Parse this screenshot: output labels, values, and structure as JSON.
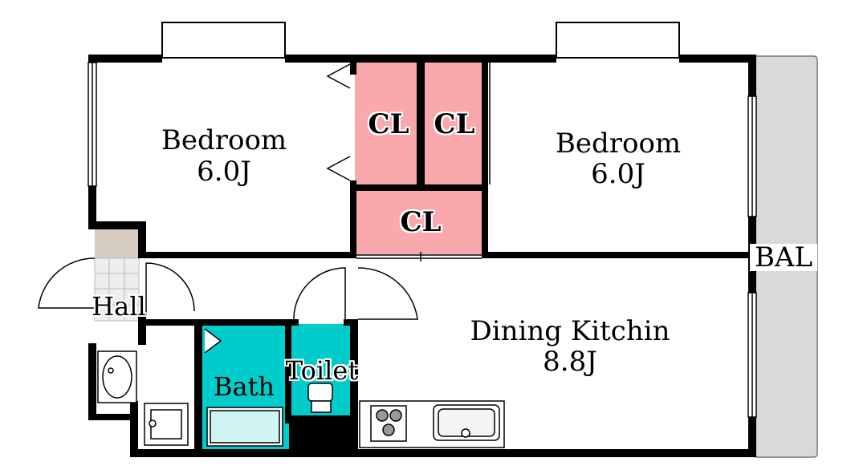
{
  "floorplan": {
    "bedroom_left": {
      "name": "Bedroom",
      "size": "6.0J"
    },
    "bedroom_right": {
      "name": "Bedroom",
      "size": "6.0J"
    },
    "closet_1": "CL",
    "closet_2": "CL",
    "closet_3": "CL",
    "balcony": "BAL",
    "hall": "Hall",
    "bath": "Bath",
    "toilet": "Toilet",
    "dining_kitchen": {
      "name": "Dining Kitchin",
      "size": "8.8J"
    }
  },
  "colors": {
    "wall": "#000000",
    "closet": "#f9a8ac",
    "wet_area": "#00cccc",
    "balcony": "#d9d9d9",
    "entrance": "#d6ccbf"
  }
}
